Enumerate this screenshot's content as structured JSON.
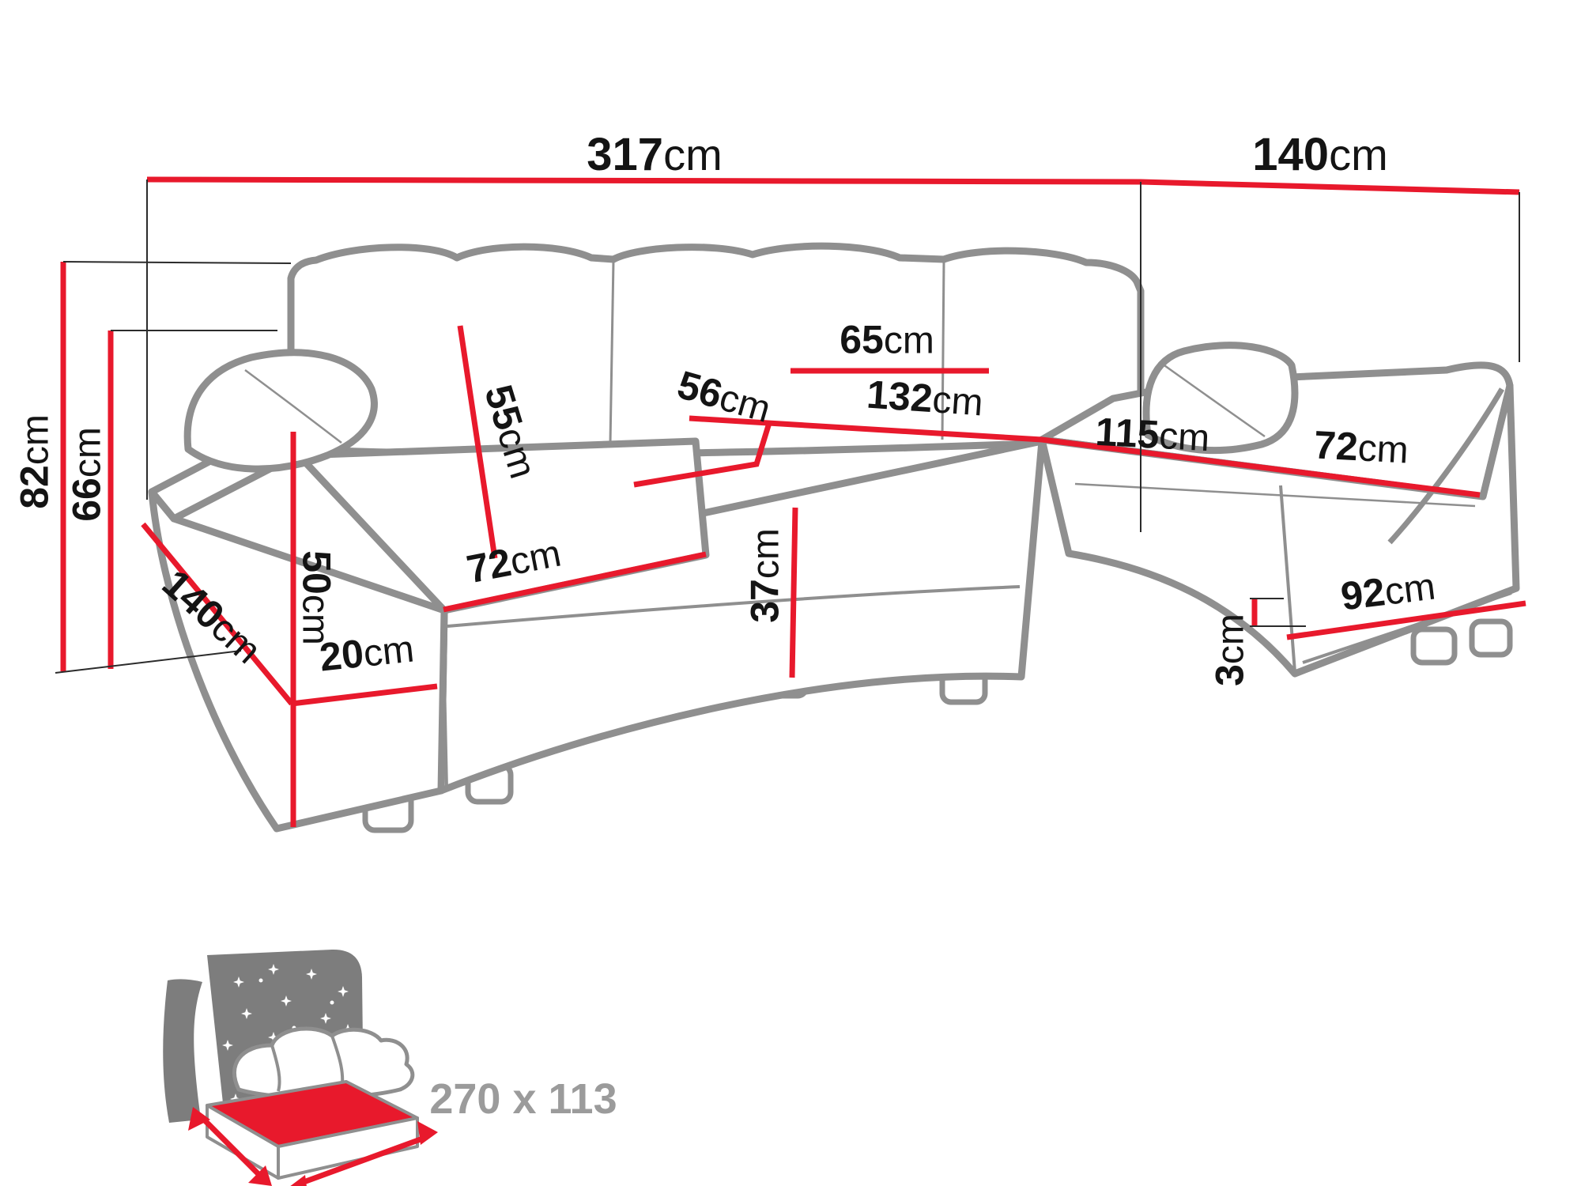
{
  "page": {
    "title": "Corner sofa bed dimensions diagram",
    "background_color": "#ffffff"
  },
  "colors": {
    "dimension_line": "#e8192c",
    "sofa_outline": "#8f8f8f",
    "label_text": "#141414",
    "muted_text": "#9b9b9b",
    "bed_icon_fill": "#7d7d7d"
  },
  "icons": {
    "bed": "sleep-function-bed-icon"
  },
  "diagram": {
    "dimensions": {
      "total_width": {
        "value": "317",
        "unit": "cm"
      },
      "right_depth_top": {
        "value": "140",
        "unit": "cm"
      },
      "total_height": {
        "value": "82",
        "unit": "cm"
      },
      "seat_back_height": {
        "value": "66",
        "unit": "cm"
      },
      "back_cushion": {
        "value": "55",
        "unit": "cm"
      },
      "center_cushion": {
        "value": "65",
        "unit": "cm"
      },
      "seat_depth": {
        "value": "56",
        "unit": "cm"
      },
      "center_seat_width": {
        "value": "132",
        "unit": "cm"
      },
      "corner_seat_width": {
        "value": "115",
        "unit": "cm"
      },
      "right_chaise_width": {
        "value": "72",
        "unit": "cm"
      },
      "left_chaise_width": {
        "value": "72",
        "unit": "cm"
      },
      "armrest_height": {
        "value": "50",
        "unit": "cm"
      },
      "left_chaise_depth": {
        "value": "140",
        "unit": "cm"
      },
      "armrest_width": {
        "value": "20",
        "unit": "cm"
      },
      "base_height": {
        "value": "37",
        "unit": "cm"
      },
      "right_chaise_depth": {
        "value": "92",
        "unit": "cm"
      },
      "leg_height": {
        "value": "3",
        "unit": "cm"
      }
    },
    "bed_size": {
      "value": "270 x 113"
    }
  }
}
